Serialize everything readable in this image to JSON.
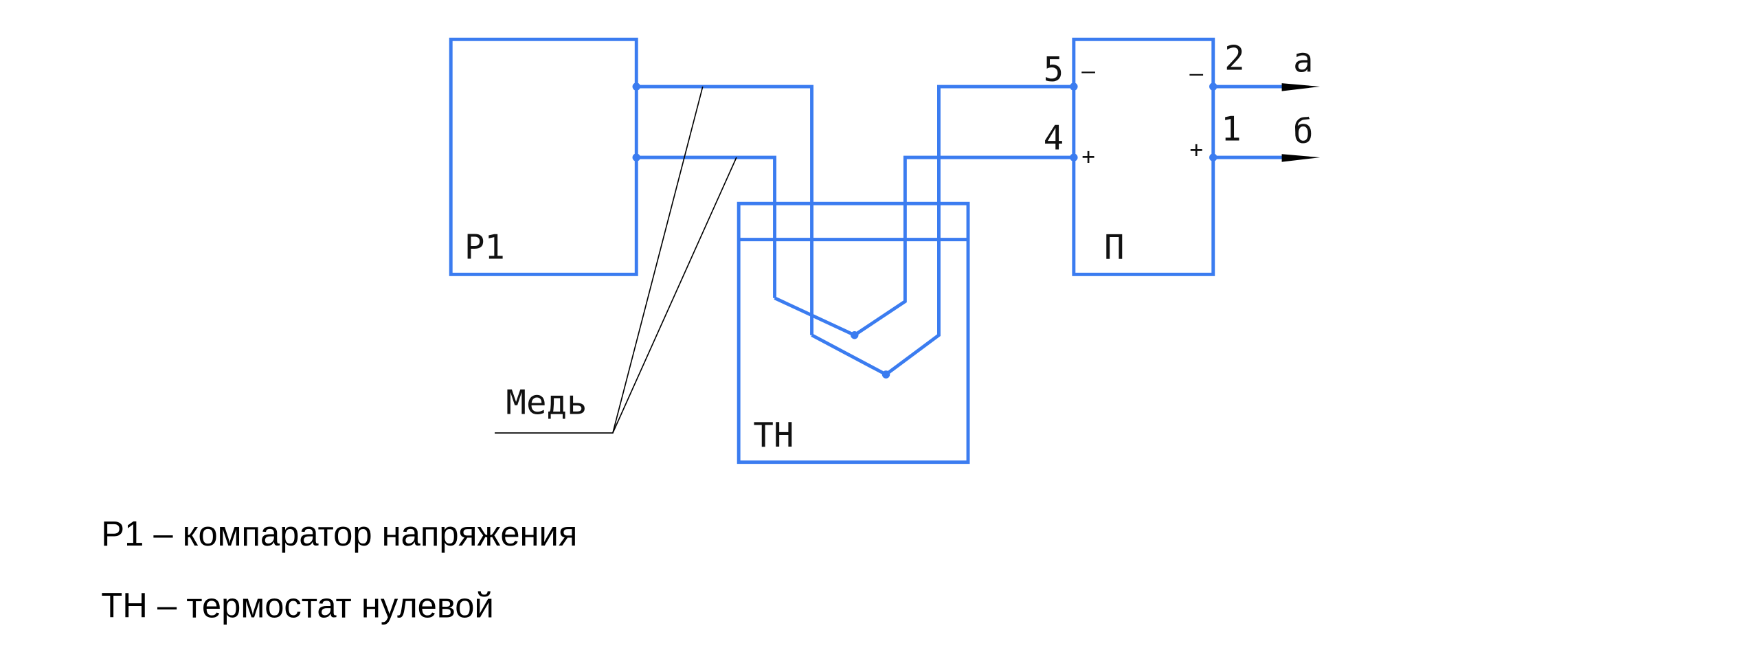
{
  "diagram": {
    "blocks": {
      "p1": "Р1",
      "tn": "ТН",
      "p": "П"
    },
    "wire_label": "Медь",
    "terminals": {
      "in_minus_num": "5",
      "in_plus_num": "4",
      "out_minus_num": "2",
      "out_plus_num": "1",
      "in_minus_sign": "–",
      "in_plus_sign": "+",
      "out_minus_sign": "–",
      "out_plus_sign": "+"
    },
    "outputs": {
      "a": "а",
      "b": "б"
    },
    "colors": {
      "wire": "#3b7cf0",
      "text": "#000000"
    }
  },
  "legend": [
    "Р1 – компаратор напряжения",
    "ТН – термостат нулевой"
  ]
}
